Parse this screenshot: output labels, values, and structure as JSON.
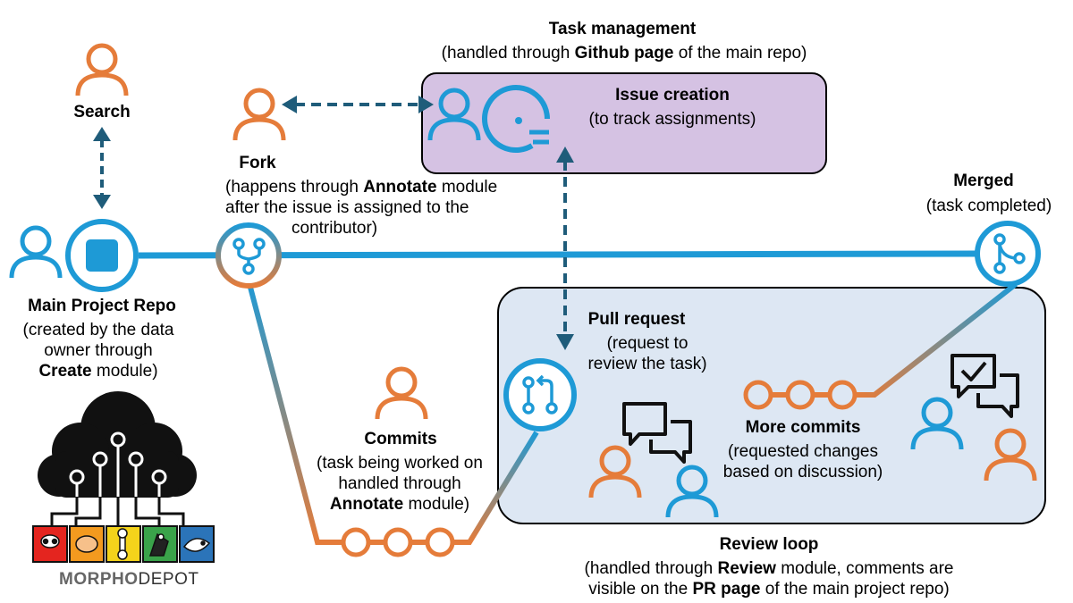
{
  "colors": {
    "blue": "#1e9ad6",
    "orange": "#e57c3a",
    "dark_teal": "#1f5c7a",
    "task_box_fill": "#d5c2e3",
    "review_box_fill": "#dde7f3"
  },
  "task_management": {
    "title": "Task management",
    "subtitle_pre": "(handled through ",
    "subtitle_bold": "Github page",
    "subtitle_post": " of the main repo)"
  },
  "issue_creation": {
    "title": "Issue creation",
    "subtitle": "(to track assignments)"
  },
  "search": {
    "label": "Search"
  },
  "fork": {
    "title": "Fork",
    "line1_pre": "(happens through ",
    "line1_bold": "Annotate",
    "line1_post": " module",
    "line2": "after the issue is assigned to the",
    "line3": "contributor)"
  },
  "main_repo": {
    "title": "Main Project Repo",
    "line1": "(created by the data",
    "line2": "owner through",
    "line3_bold": "Create",
    "line3_post": " module)"
  },
  "merged": {
    "title": "Merged",
    "subtitle": "(task completed)"
  },
  "pull_request": {
    "title": "Pull request",
    "line1": "(request to",
    "line2": "review the task)"
  },
  "commits": {
    "title": "Commits",
    "line1": "(task being worked on",
    "line2": "handled through",
    "line3_bold": "Annotate",
    "line3_post": " module)"
  },
  "more_commits": {
    "title": "More commits",
    "line1": "(requested changes",
    "line2": "based on discussion)"
  },
  "review_loop": {
    "title": "Review loop",
    "line1_pre": "(handled through ",
    "line1_bold": "Review",
    "line1_post": " module, comments are",
    "line2_pre": "visible on the ",
    "line2_bold": "PR page",
    "line2_post": " of the main project repo)"
  },
  "logo": {
    "text_bold": "MORPHO",
    "text_light": "DEPOT"
  }
}
